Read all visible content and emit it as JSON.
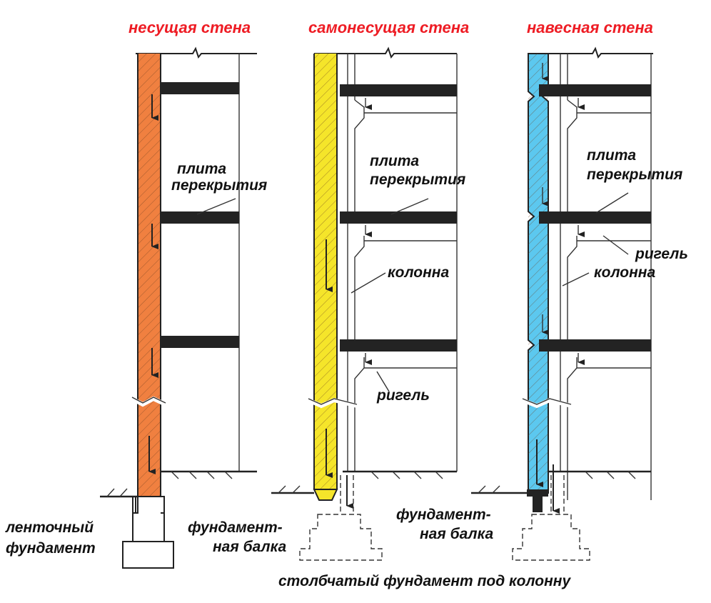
{
  "colors": {
    "heading": "#ee1c24",
    "load_bearing_wall": "#f08040",
    "self_supporting_wall": "#f5e52a",
    "curtain_wall": "#5cc8ef",
    "slab": "#232323",
    "line": "#222222"
  },
  "headings": {
    "load_bearing": "несущая стена",
    "self_supporting": "самонесущая стена",
    "curtain": "навесная стена"
  },
  "labels": {
    "slab_1a": "плита",
    "slab_1b": "перекрытия",
    "slab_2a": "плита",
    "slab_2b": "перекрытия",
    "slab_3a": "плита",
    "slab_3b": "перекрытия",
    "column_2": "колонна",
    "column_3": "колонна",
    "girder_2": "ригель",
    "girder_3": "ригель",
    "strip_foundation_a": "ленточный",
    "strip_foundation_b": "фундамент",
    "foundation_beam_2a": "фундамент-",
    "foundation_beam_2b": "ная балка",
    "foundation_beam_3a": "фундамент-",
    "foundation_beam_3b": "ная балка",
    "column_footing": "столбчатый фундамент под колонну"
  }
}
